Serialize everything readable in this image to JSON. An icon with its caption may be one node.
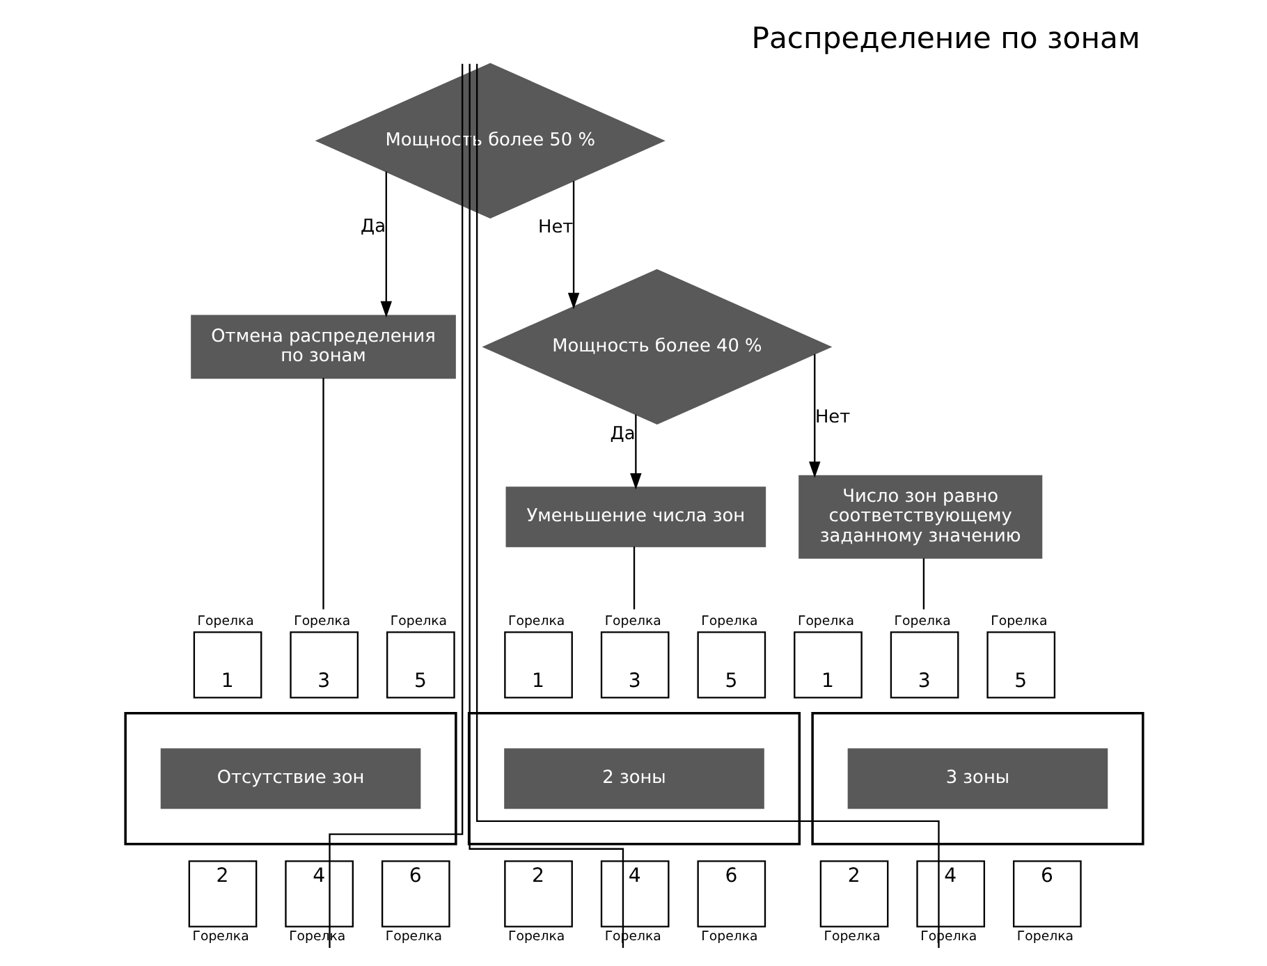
{
  "diagram": {
    "title": "Распределение по зонам",
    "nodes": [
      {
        "text": [
          "Мощность более 50 %"
        ]
      },
      {
        "text": [
          "Мощность более 40 %"
        ]
      },
      {
        "text": [
          "Отмена распределения по зонам"
        ]
      },
      {
        "text": [
          "Уменьшение числа зон"
        ]
      },
      {
        "text": [
          "Число зон равно соответствующему заданному значению"
        ]
      },
      {
        "text": [
          "1"
        ],
        "beside": [
          "Горелка"
        ]
      },
      {
        "text": [
          "3"
        ],
        "beside": [
          "Горелка"
        ]
      },
      {
        "text": [
          "5"
        ],
        "beside": [
          "Горелка"
        ]
      },
      {
        "text": [],
        "shape": "box"
      },
      {
        "text": [
          "Отсутствие зон"
        ],
        "in": 8
      },
      {
        "text": [
          "2"
        ],
        "beside": [
          "Горелка"
        ]
      },
      {
        "text": [
          "4"
        ],
        "beside": [
          "Горелка"
        ]
      },
      {
        "text": [
          "6"
        ],
        "beside": [
          "Горелка"
        ]
      },
      {
        "text": [
          "1"
        ],
        "beside": [
          "Горелка"
        ]
      },
      {
        "text": [
          "3"
        ],
        "beside": [
          "Горелка"
        ]
      },
      {
        "text": [
          "5"
        ],
        "beside": [
          "Горелка"
        ]
      },
      {
        "text": [],
        "shape": "box"
      },
      {
        "text": [
          "2 зоны"
        ],
        "in": 16
      },
      {
        "text": [
          "2"
        ],
        "beside": [
          "Горелка"
        ]
      },
      {
        "text": [
          "4"
        ],
        "beside": [
          "Горелка"
        ]
      },
      {
        "text": [
          "6"
        ],
        "beside": [
          "Горелка"
        ]
      },
      {
        "text": [
          "1"
        ],
        "beside": [
          "Горелка"
        ]
      },
      {
        "text": [
          "3"
        ],
        "beside": [
          "Горелка"
        ]
      },
      {
        "text": [
          "5"
        ],
        "beside": [
          "Горелка"
        ]
      },
      {
        "text": [],
        "shape": "box"
      },
      {
        "text": [
          "3 зоны"
        ],
        "in": 24
      },
      {
        "text": [
          "2"
        ],
        "beside": [
          "Горелка"
        ]
      },
      {
        "text": [
          "4"
        ],
        "beside": [
          "Горелка"
        ]
      },
      {
        "text": [
          "6"
        ],
        "beside": [
          "Горелка"
        ]
      }
    ],
    "edges": [
      {
        "from": 0,
        "to": 2,
        "arrow": "to",
        "label": "Да"
      },
      {
        "from": 0,
        "to": 1,
        "arrow": "to",
        "label": "Нет"
      },
      {
        "from": 1,
        "to": 3,
        "arrow": "to",
        "label": "Да"
      },
      {
        "from": 1,
        "to": 4,
        "arrow": "to",
        "label": "Нет"
      },
      {
        "from": 2,
        "to": 6,
        "arrow": "none"
      },
      {
        "from": 3,
        "to": 14,
        "arrow": "none"
      },
      {
        "from": 4,
        "to": 22,
        "arrow": "none"
      },
      {
        "from": 11,
        "to": 0,
        "arrow": "none"
      },
      {
        "from": 19,
        "to": 0,
        "arrow": "none"
      },
      {
        "from": 27,
        "to": 0,
        "arrow": "none"
      }
    ]
  }
}
